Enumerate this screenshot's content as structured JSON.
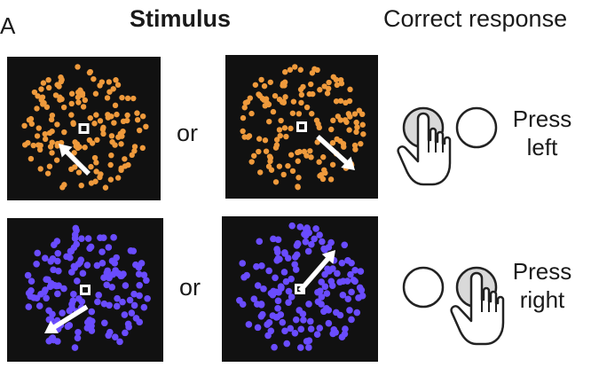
{
  "headers": {
    "panel_label": "A",
    "stimulus": "Stimulus",
    "correct_response": "Correct response"
  },
  "rows": [
    {
      "dot_color": "#ef9a3c",
      "connector": "or",
      "response_line1": "Press",
      "response_line2": "left",
      "pressed": "left"
    },
    {
      "dot_color": "#6a4cff",
      "connector": "or",
      "response_line1": "Press",
      "response_line2": "right",
      "pressed": "right"
    }
  ],
  "icons": [
    "arrow-icon",
    "fixation-square-icon",
    "button-circle-icon",
    "pointing-hand-icon"
  ]
}
